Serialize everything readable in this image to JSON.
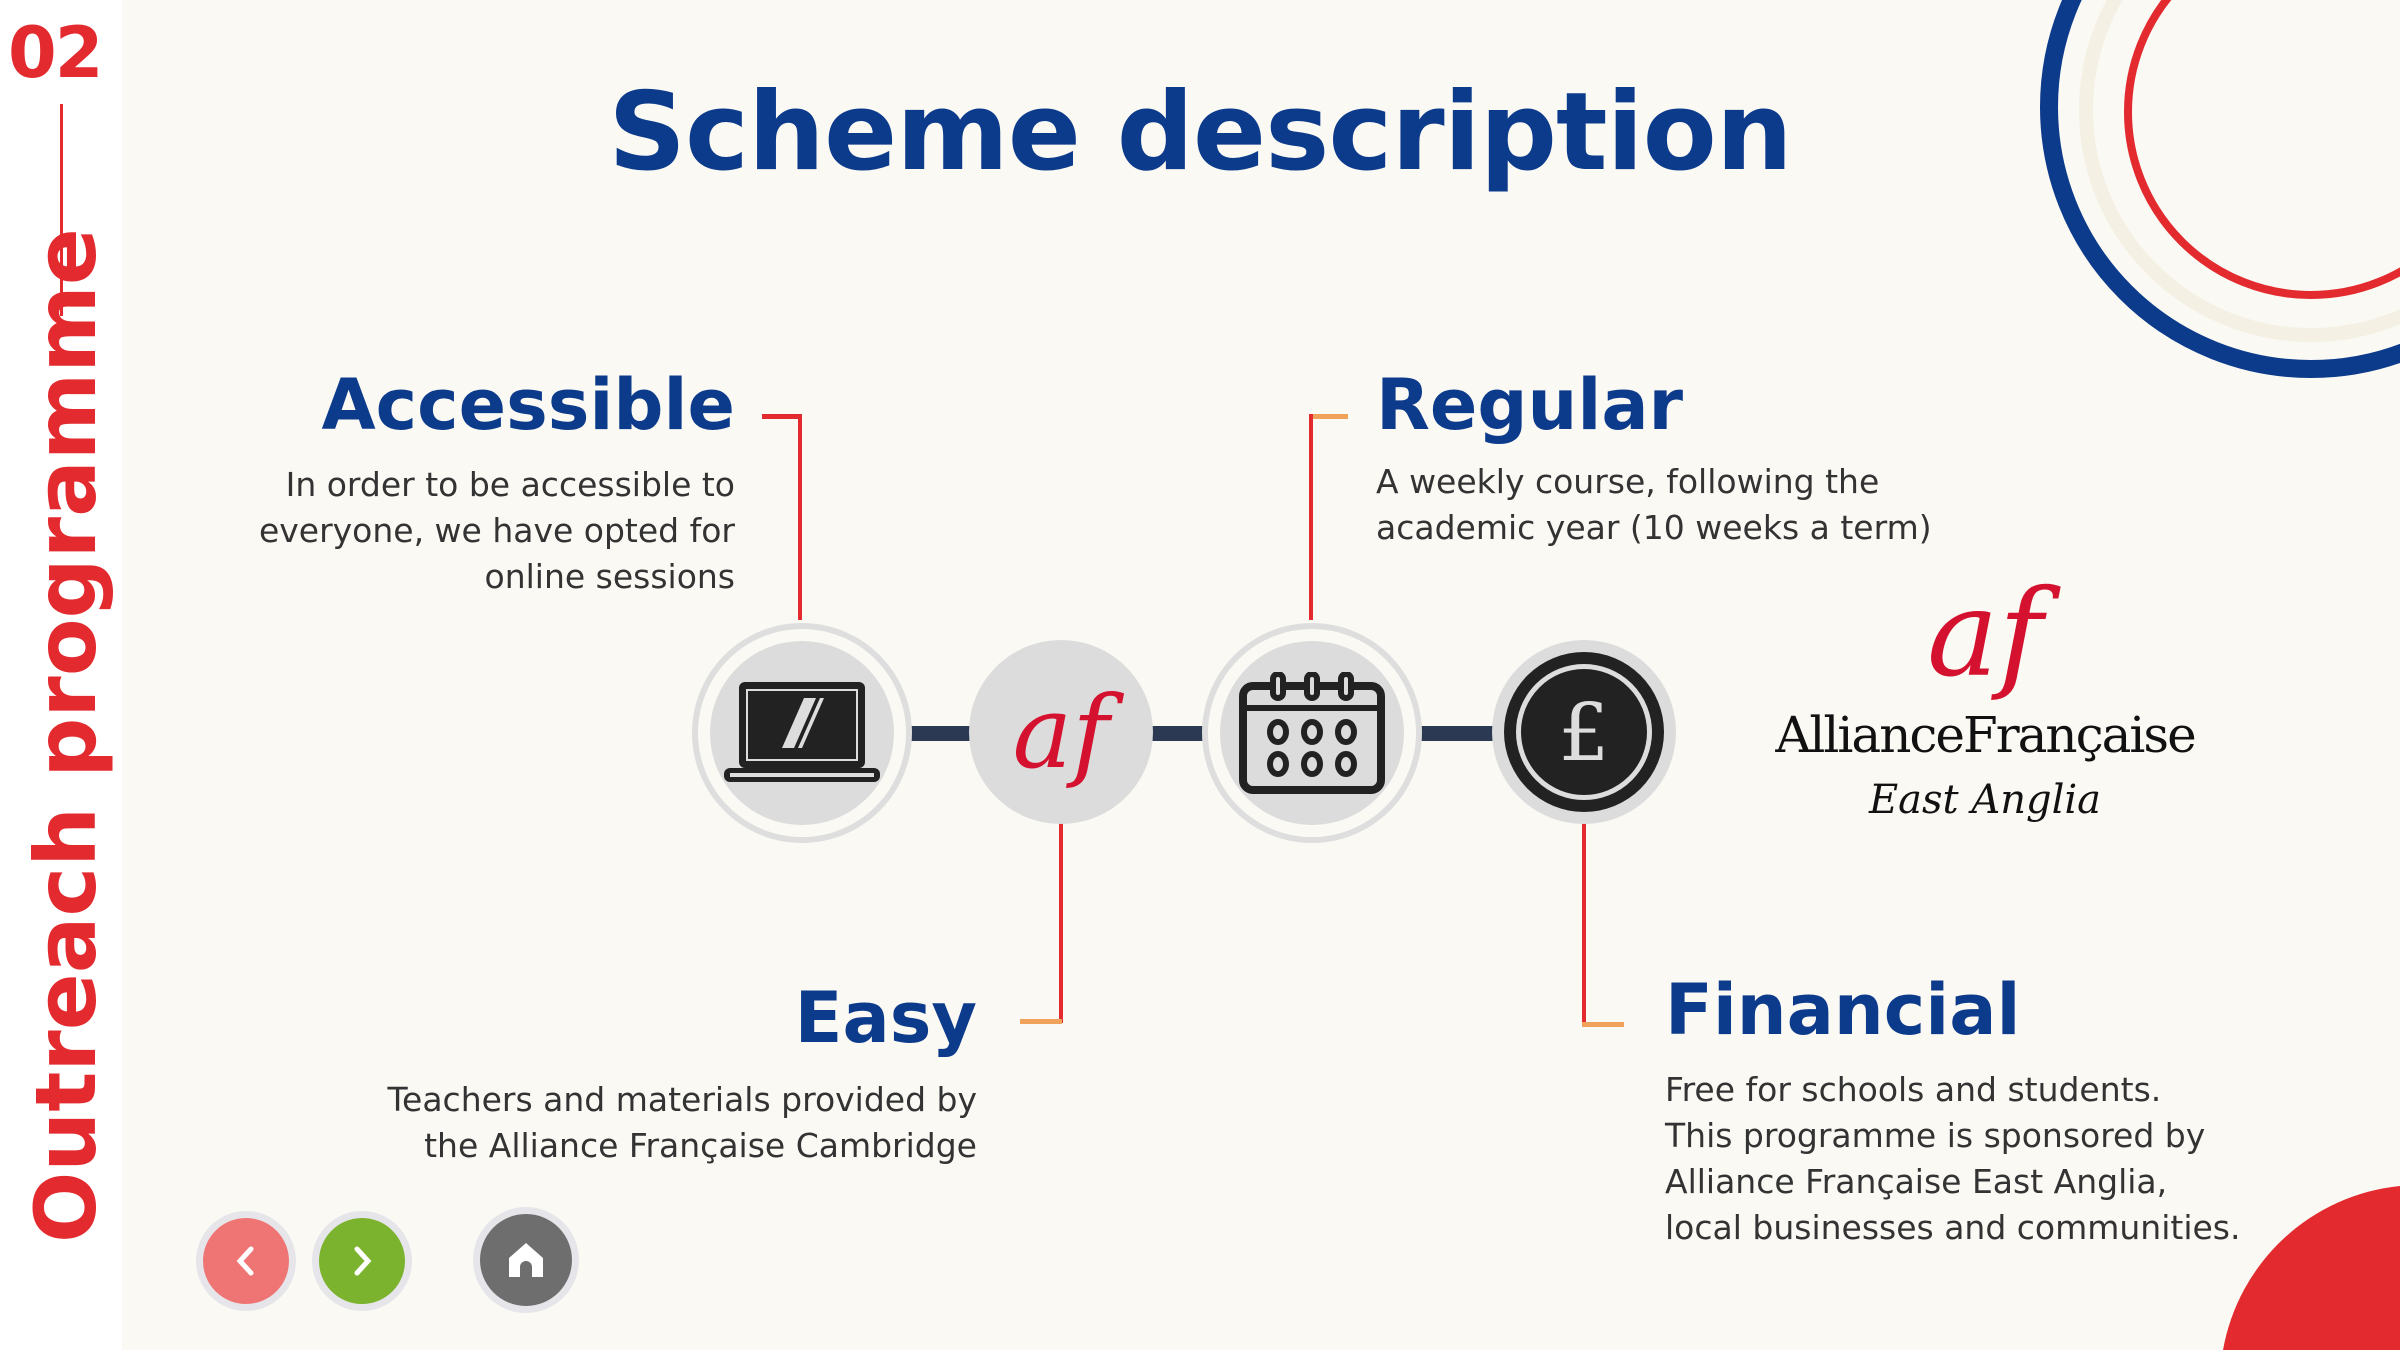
{
  "section_number": "02",
  "section_title": "Outreach programme",
  "title": "Scheme description",
  "items": {
    "accessible": {
      "heading": "Accessible",
      "lines": [
        "In order to be accessible to",
        "everyone, we have opted for",
        "online sessions"
      ],
      "icon": "laptop-icon"
    },
    "regular": {
      "heading": "Regular",
      "lines": [
        "A weekly course, following the",
        "academic year (10 weeks a term)"
      ],
      "icon": "calendar-icon"
    },
    "easy": {
      "heading": "Easy",
      "lines": [
        "Teachers and materials provided by",
        "the Alliance Française Cambridge"
      ],
      "icon": "alliance-francaise-icon"
    },
    "financial": {
      "heading": "Financial",
      "lines": [
        "Free for schools and students.",
        "This programme is sponsored by",
        "Alliance Française East Anglia,",
        "local businesses and communities."
      ],
      "icon": "pound-icon"
    }
  },
  "logo": {
    "mark": "af",
    "name": "AllianceFrançaise",
    "region": "East Anglia"
  },
  "nav": {
    "prev": "previous",
    "next": "next",
    "home": "home"
  },
  "colors": {
    "accent_red": "#e32b2f",
    "navy": "#0d3b8c",
    "orange": "#f0a25a",
    "prev": "#ef7575",
    "next": "#7bb22e",
    "home": "#6e6e6e"
  }
}
